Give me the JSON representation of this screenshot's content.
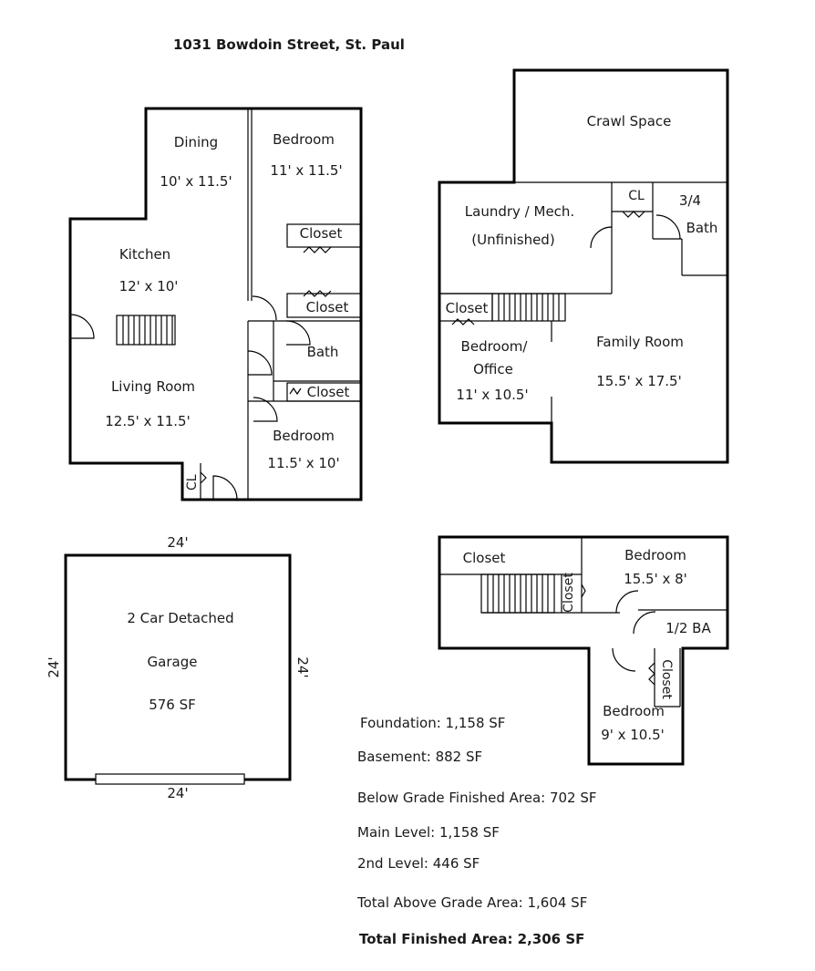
{
  "title": "1031 Bowdoin Street, St. Paul",
  "main_level": {
    "dining": {
      "name": "Dining",
      "size": "10' x 11.5'"
    },
    "bedroom1": {
      "name": "Bedroom",
      "size": "11' x 11.5'"
    },
    "closet1": "Closet",
    "closet2": "Closet",
    "closet3": "Closet",
    "kitchen": {
      "name": "Kitchen",
      "size": "12' x 10'"
    },
    "bath": "Bath",
    "living": {
      "name": "Living Room",
      "size": "12.5' x 11.5'"
    },
    "bedroom2": {
      "name": "Bedroom",
      "size": "11.5' x 10'"
    },
    "cl": "CL"
  },
  "basement": {
    "crawl": "Crawl Space",
    "laundry": {
      "name": "Laundry / Mech.",
      "note": "(Unfinished)"
    },
    "cl": "CL",
    "bath": {
      "line1": "3/4",
      "line2": "Bath"
    },
    "closet": "Closet",
    "bedroom_office": {
      "line1": "Bedroom/",
      "line2": "Office",
      "size": "11' x 10.5'"
    },
    "family": {
      "name": "Family Room",
      "size": "15.5' x 17.5'"
    }
  },
  "garage": {
    "top": "24'",
    "bottom": "24'",
    "left": "24'",
    "right": "24'",
    "line1": "2 Car Detached",
    "line2": "Garage",
    "area": "576 SF"
  },
  "second_level": {
    "closet": "Closet",
    "closet_small": "Closet",
    "bedroom1": {
      "name": "Bedroom",
      "size": "15.5' x 8'"
    },
    "half_bath": "1/2 BA",
    "closet_side": "Closet",
    "bedroom2": {
      "name": "Bedroom",
      "size": "9' x 10.5'"
    }
  },
  "stats": {
    "foundation": "Foundation: 1,158 SF",
    "basement": "Basement: 882 SF",
    "below_grade": "Below Grade Finished Area: 702 SF",
    "main_level": "Main Level: 1,158 SF",
    "second_level": "2nd Level: 446 SF",
    "total_above": "Total Above Grade Area: 1,604 SF",
    "total_finished": "Total Finished Area: 2,306 SF"
  }
}
